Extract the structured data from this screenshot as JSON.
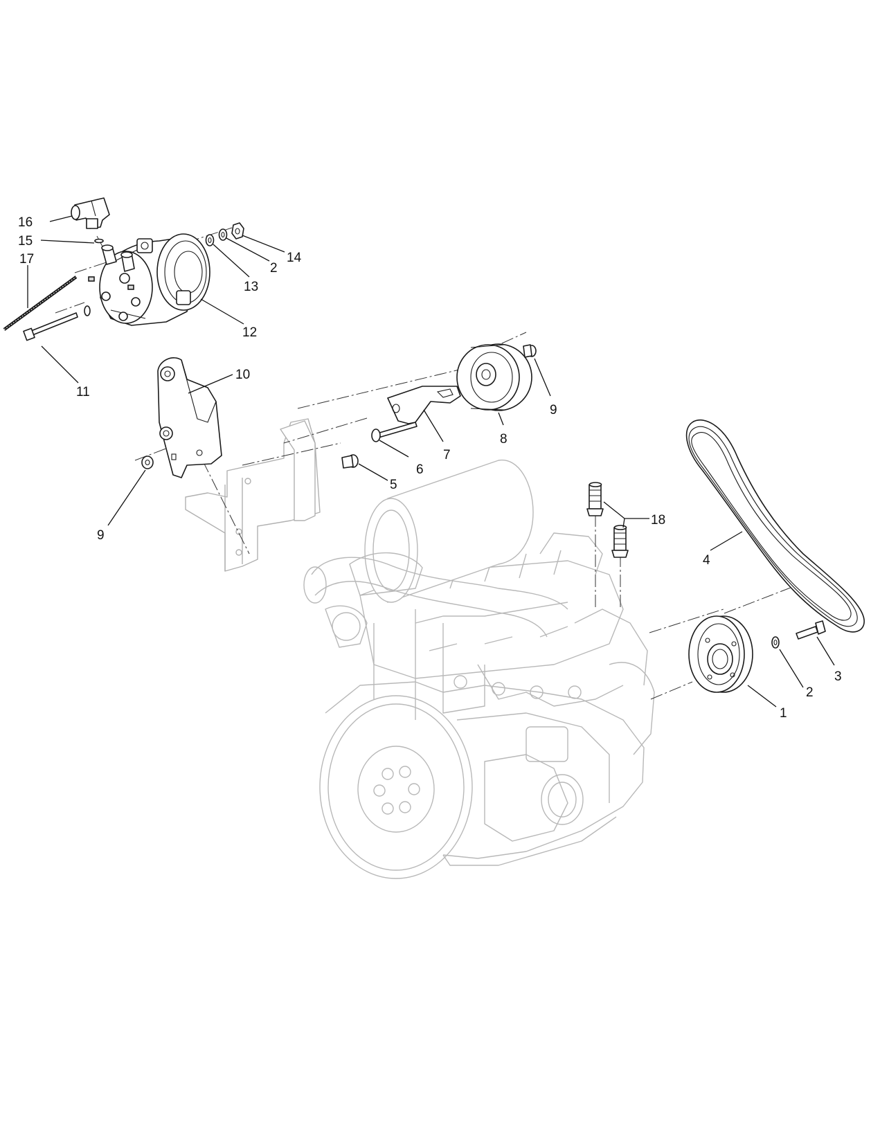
{
  "callouts": [
    {
      "label": "16"
    },
    {
      "label": "15"
    },
    {
      "label": "17"
    },
    {
      "label": "14"
    },
    {
      "label": "2"
    },
    {
      "label": "13"
    },
    {
      "label": "12"
    },
    {
      "label": "11"
    },
    {
      "label": "10"
    },
    {
      "label": "9"
    },
    {
      "label": "8"
    },
    {
      "label": "7"
    },
    {
      "label": "6"
    },
    {
      "label": "5"
    },
    {
      "label": "9"
    },
    {
      "label": "18"
    },
    {
      "label": "4"
    },
    {
      "label": "3"
    },
    {
      "label": "2"
    },
    {
      "label": "1"
    }
  ]
}
